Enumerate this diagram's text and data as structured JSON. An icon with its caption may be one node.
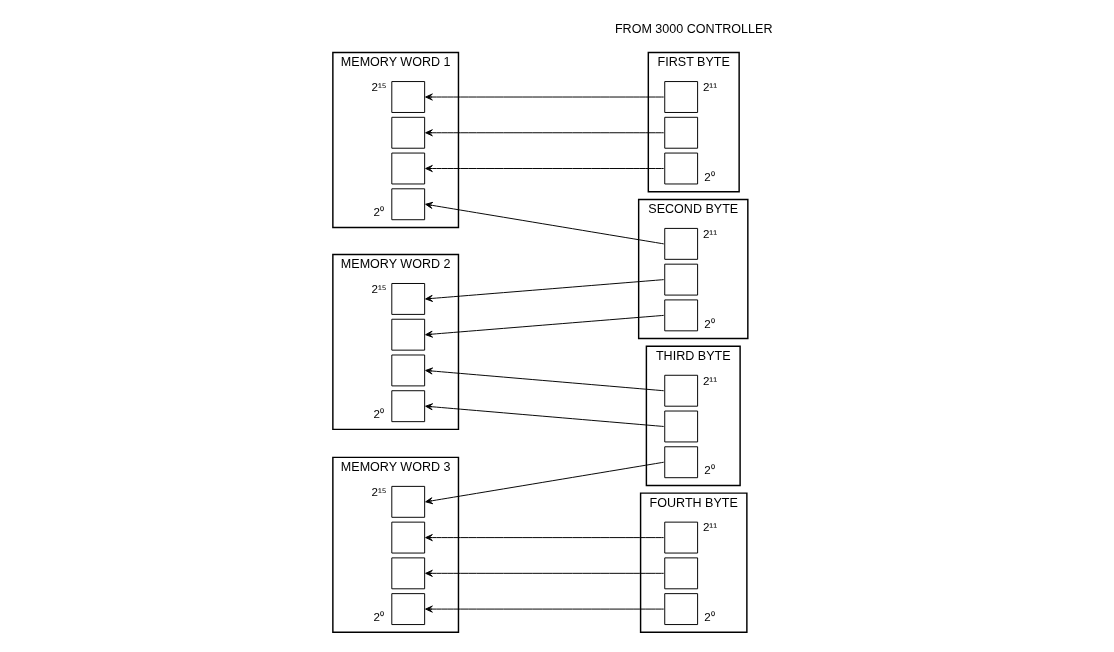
{
  "diagram": {
    "nodes": [
      {
        "text": [
          "MEMORY WORD 1"
        ]
      },
      {
        "text": [],
        "shape": "box",
        "in": 0,
        "beside": [
          "2¹⁵"
        ]
      },
      {
        "text": [],
        "shape": "box",
        "in": 0
      },
      {
        "text": [],
        "shape": "box",
        "in": 0
      },
      {
        "text": [],
        "shape": "box",
        "in": 0,
        "beside": [
          "2⁰"
        ]
      },
      {
        "text": [
          "FIRST BYTE"
        ]
      },
      {
        "text": [],
        "shape": "box",
        "in": 5,
        "beside": [
          "2¹¹"
        ]
      },
      {
        "text": [],
        "shape": "box",
        "in": 5
      },
      {
        "text": [],
        "shape": "box",
        "in": 5,
        "beside": [
          "2⁰"
        ]
      },
      {
        "text": [
          "SECOND BYTE"
        ]
      },
      {
        "text": [],
        "shape": "box",
        "in": 9,
        "beside": [
          "2¹¹"
        ]
      },
      {
        "text": [],
        "shape": "box",
        "in": 9
      },
      {
        "text": [],
        "shape": "box",
        "in": 9,
        "beside": [
          "2⁰"
        ]
      },
      {
        "text": [
          "MEMORY WORD 2"
        ]
      },
      {
        "text": [],
        "shape": "box",
        "in": 13,
        "beside": [
          "2¹⁵"
        ]
      },
      {
        "text": [],
        "shape": "box",
        "in": 13
      },
      {
        "text": [],
        "shape": "box",
        "in": 13
      },
      {
        "text": [],
        "shape": "box",
        "in": 13,
        "beside": [
          "2⁰"
        ]
      },
      {
        "text": [
          "THIRD BYTE"
        ]
      },
      {
        "text": [],
        "shape": "box",
        "in": 18,
        "beside": [
          "2¹¹"
        ]
      },
      {
        "text": [],
        "shape": "box",
        "in": 18
      },
      {
        "text": [],
        "shape": "box",
        "in": 18,
        "beside": [
          "2⁰"
        ]
      },
      {
        "text": [
          "MEMORY WORD 3"
        ]
      },
      {
        "text": [],
        "shape": "box",
        "in": 22,
        "beside": [
          "2¹⁵"
        ]
      },
      {
        "text": [],
        "shape": "box",
        "in": 22
      },
      {
        "text": [],
        "shape": "box",
        "in": 22
      },
      {
        "text": [],
        "shape": "box",
        "in": 22,
        "beside": [
          "2⁰"
        ]
      },
      {
        "text": [
          "FOURTH BYTE"
        ]
      },
      {
        "text": [],
        "shape": "box",
        "in": 27,
        "beside": [
          "2¹¹"
        ]
      },
      {
        "text": [],
        "shape": "box",
        "in": 27
      },
      {
        "text": [],
        "shape": "box",
        "in": 27,
        "beside": [
          "2⁰"
        ]
      }
    ],
    "edges": [
      {
        "from": 6,
        "to": 1,
        "arrow": "to"
      },
      {
        "from": 7,
        "to": 2,
        "arrow": "to"
      },
      {
        "from": 8,
        "to": 3,
        "arrow": "to"
      },
      {
        "from": 10,
        "to": 4,
        "arrow": "to"
      },
      {
        "from": 11,
        "to": 14,
        "arrow": "to"
      },
      {
        "from": 12,
        "to": 15,
        "arrow": "to"
      },
      {
        "from": 19,
        "to": 16,
        "arrow": "to"
      },
      {
        "from": 20,
        "to": 17,
        "arrow": "to"
      },
      {
        "from": 21,
        "to": 23,
        "arrow": "to"
      },
      {
        "from": 28,
        "to": 24,
        "arrow": "to"
      },
      {
        "from": 29,
        "to": 25,
        "arrow": "to"
      },
      {
        "from": 30,
        "to": 26,
        "arrow": "to"
      }
    ],
    "labels": [
      "FROM 3000 CONTROLLER"
    ]
  }
}
